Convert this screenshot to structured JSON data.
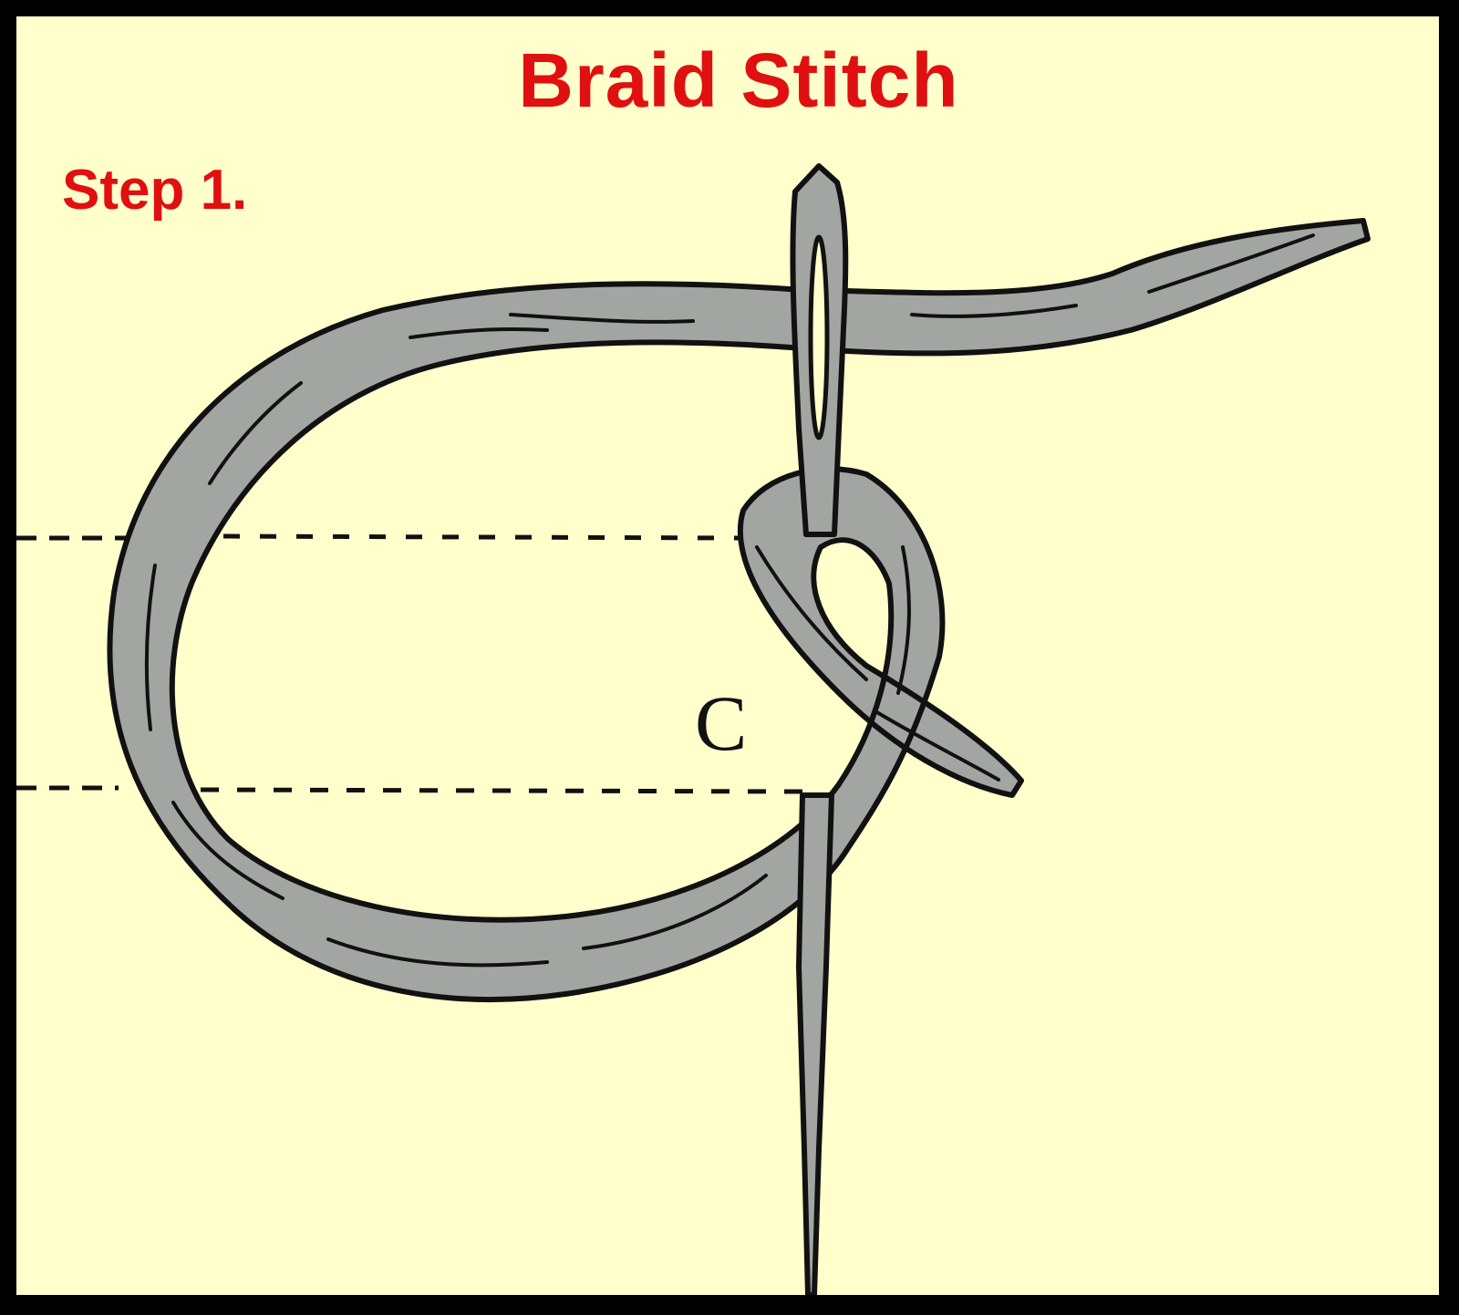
{
  "title": "Braid Stitch",
  "step": "Step 1.",
  "diagram": {
    "point_label": "C",
    "colors": {
      "background": "#ffffcc",
      "border": "#000000",
      "title_text": "#e01010",
      "thread_fill": "#a3a5a3",
      "outline": "#111111"
    },
    "icons": [
      "thread-loop",
      "needle-eye",
      "needle-point",
      "guide-lines"
    ]
  }
}
